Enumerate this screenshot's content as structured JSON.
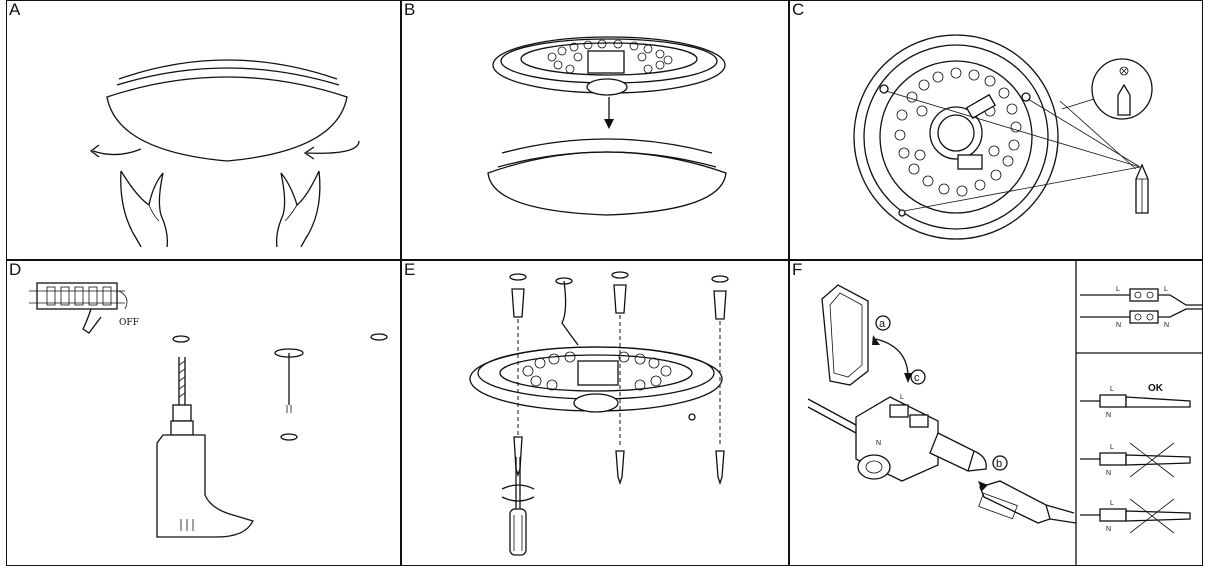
{
  "steps": [
    {
      "letter": "A"
    },
    {
      "letter": "B"
    },
    {
      "letter": "C"
    },
    {
      "letter": "D"
    },
    {
      "letter": "E"
    },
    {
      "letter": "F"
    }
  ],
  "panel_d": {
    "switch_label": "OFF"
  },
  "panel_f": {
    "callout_a": "a",
    "callout_b": "b",
    "callout_c": "c",
    "live_label": "L",
    "neutral_label": "N",
    "ok_label": "OK"
  }
}
